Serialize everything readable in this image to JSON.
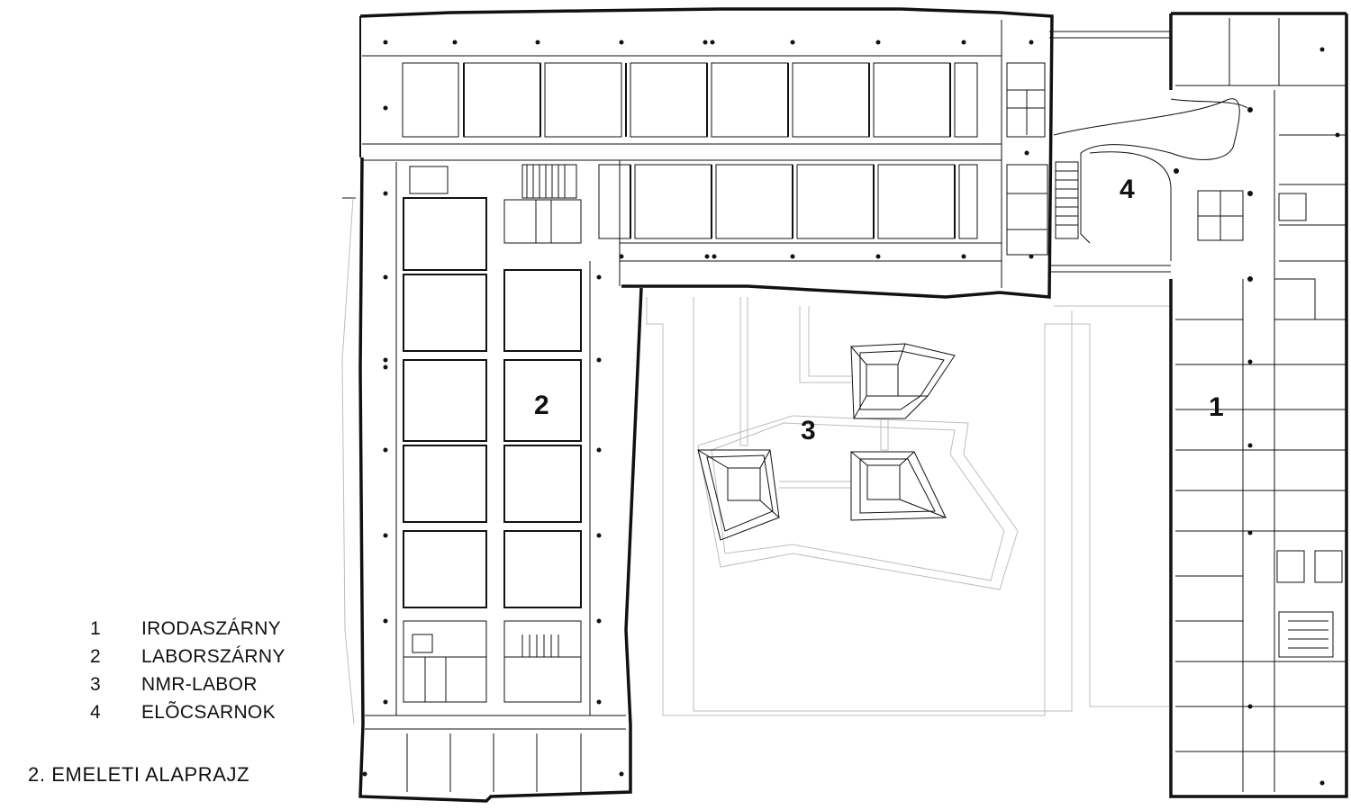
{
  "legend": {
    "items": [
      {
        "number": "1",
        "label": "IRODASZÁRNY"
      },
      {
        "number": "2",
        "label": "LABORSZÁRNY"
      },
      {
        "number": "3",
        "label": "NMR-LABOR"
      },
      {
        "number": "4",
        "label": "ELÕCSARNOK"
      }
    ]
  },
  "plan": {
    "caption": "2. EMELETI ALAPRAJZ",
    "zone_labels": {
      "z1": "1",
      "z2": "2",
      "z3": "3",
      "z4": "4"
    }
  }
}
